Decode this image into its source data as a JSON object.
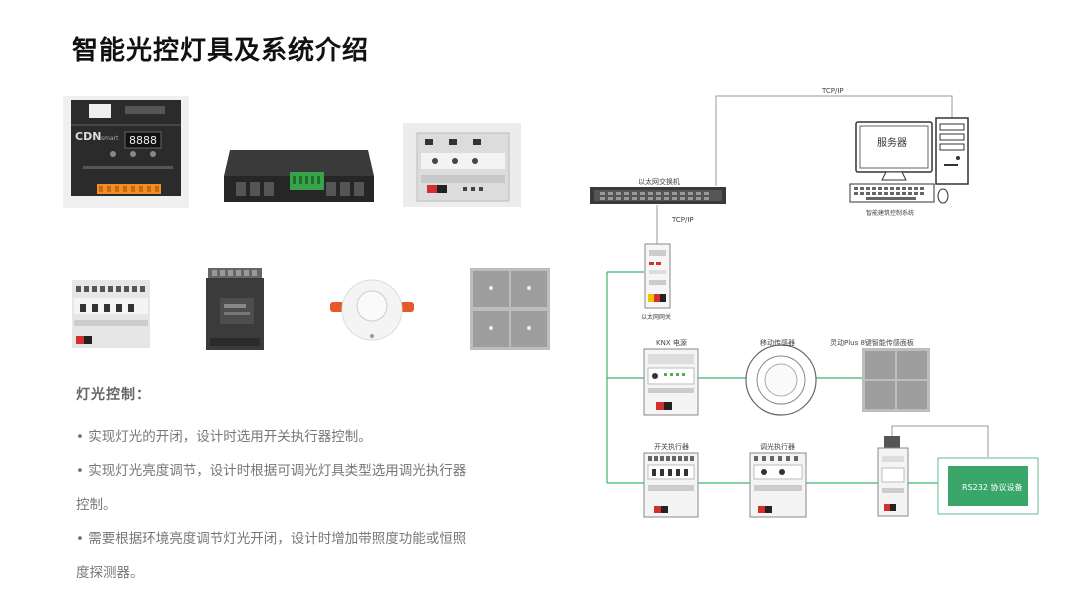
{
  "title": "智能光控灯具及系统介绍",
  "description": {
    "heading": "灯光控制：",
    "items": [
      "• 实现灯光的开闭，设计时选用开关执行器控制。",
      "• 实现灯光亮度调节，设计时根据可调光灯具类型选用调光执行器",
      "控制。",
      "• 需要根据环境亮度调节灯光开闭，设计时增加带照度功能或恒照",
      "度探测器。"
    ]
  },
  "products": {
    "module_brand": "CDN",
    "module_brand_sub": "smart",
    "module_display": "8888"
  },
  "diagram": {
    "tcpip_top": "TCP/IP",
    "tcpip_mid": "TCP/IP",
    "server_label": "服务器",
    "server_caption": "智能建筑控制系统",
    "switch_label": "以太网交换机",
    "gateway_label": "以太网网关",
    "knx_power_label": "KNX 电源",
    "motion_sensor_label": "移动传感器",
    "panel_label": "灵动Plus 8键智能传感面板",
    "switch_actuator_label": "开关执行器",
    "dimmer_label": "调光执行器",
    "rs232_label": "RS232 协议设备"
  },
  "colors": {
    "bus_line": "#3cb371",
    "rs232_fill": "#3aa66a",
    "rs232_border": "#7dc99c",
    "grey_line": "#999999"
  }
}
